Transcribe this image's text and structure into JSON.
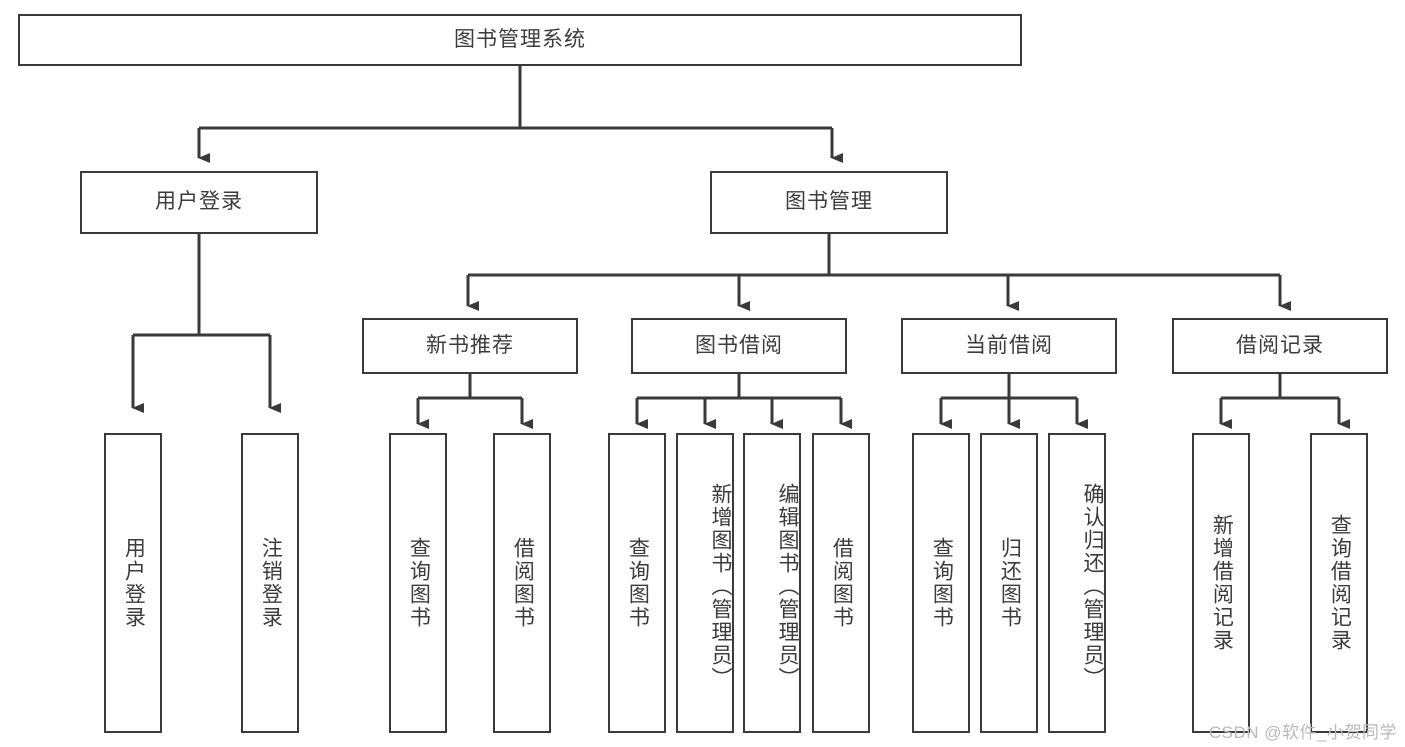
{
  "diagram": {
    "title_node": {
      "label": "图书管理系统"
    },
    "level2": [
      {
        "label": "用户登录"
      },
      {
        "label": "图书管理"
      }
    ],
    "level3": [
      {
        "label": "新书推荐"
      },
      {
        "label": "图书借阅"
      },
      {
        "label": "当前借阅"
      },
      {
        "label": "借阅记录"
      }
    ],
    "leaves": {
      "user_login": [
        {
          "label": "用户登录"
        },
        {
          "label": "注销登录"
        }
      ],
      "new_book_recommend": [
        {
          "label": "查询图书"
        },
        {
          "label": "借阅图书"
        }
      ],
      "book_borrow": [
        {
          "label": "查询图书"
        },
        {
          "label": "新增图书（管理员）"
        },
        {
          "label": "编辑图书（管理员）"
        },
        {
          "label": "借阅图书"
        }
      ],
      "current_borrow": [
        {
          "label": "查询图书"
        },
        {
          "label": "归还图书"
        },
        {
          "label": "确认归还（管理员）"
        }
      ],
      "borrow_record": [
        {
          "label": "新增借阅记录"
        },
        {
          "label": "查询借阅记录"
        }
      ]
    }
  },
  "watermark": {
    "text": "CSDN @软件_小贺同学"
  },
  "colors": {
    "border": "#3a3a3a",
    "text": "#3c3c3c",
    "background": "#ffffff",
    "watermark": "#b9b9b9"
  }
}
